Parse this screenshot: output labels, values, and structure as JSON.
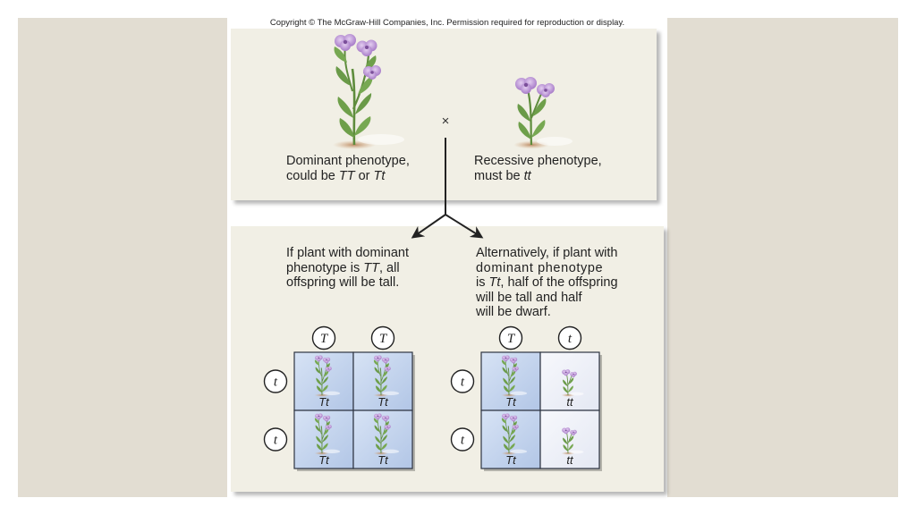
{
  "copyright": "Copyright © The McGraw-Hill Companies, Inc. Permission required for reproduction or display.",
  "cross_symbol": "×",
  "parents": {
    "dominant": {
      "line1": "Dominant phenotype,",
      "line2_prefix": "could be ",
      "genotype_a": "TT",
      "joiner": " or ",
      "genotype_b": "Tt"
    },
    "recessive": {
      "line1": "Recessive phenotype,",
      "line2_prefix": "must be ",
      "genotype": "tt"
    }
  },
  "outcome_left": {
    "line1": "If plant with dominant",
    "line2_prefix": "phenotype is ",
    "genotype": "TT",
    "line2_suffix": ",  all",
    "line3": "offspring will be tall."
  },
  "outcome_right": {
    "line1": "Alternatively, if plant with",
    "line2": "dominant phenotype",
    "line3_prefix": "is ",
    "genotype": "Tt",
    "line3_suffix": ", half of the offspring",
    "line4": "will be tall and half",
    "line5": "will be dwarf."
  },
  "punnett_left": {
    "col_alleles": [
      "T",
      "T"
    ],
    "row_alleles": [
      "t",
      "t"
    ],
    "cells": [
      "Tt",
      "Tt",
      "Tt",
      "Tt"
    ]
  },
  "punnett_right": {
    "col_alleles": [
      "T",
      "t"
    ],
    "row_alleles": [
      "t",
      "t"
    ],
    "cells": [
      "Tt",
      "tt",
      "Tt",
      "tt"
    ]
  },
  "colors": {
    "tall_cell": "#c3d4ec",
    "dwarf_cell": "#eef0f7",
    "flower": "#b589cf",
    "stem": "#6a9a48",
    "soil": "#c89a72",
    "panel": "#f1efe5",
    "backdrop": "#e2ddd2"
  }
}
